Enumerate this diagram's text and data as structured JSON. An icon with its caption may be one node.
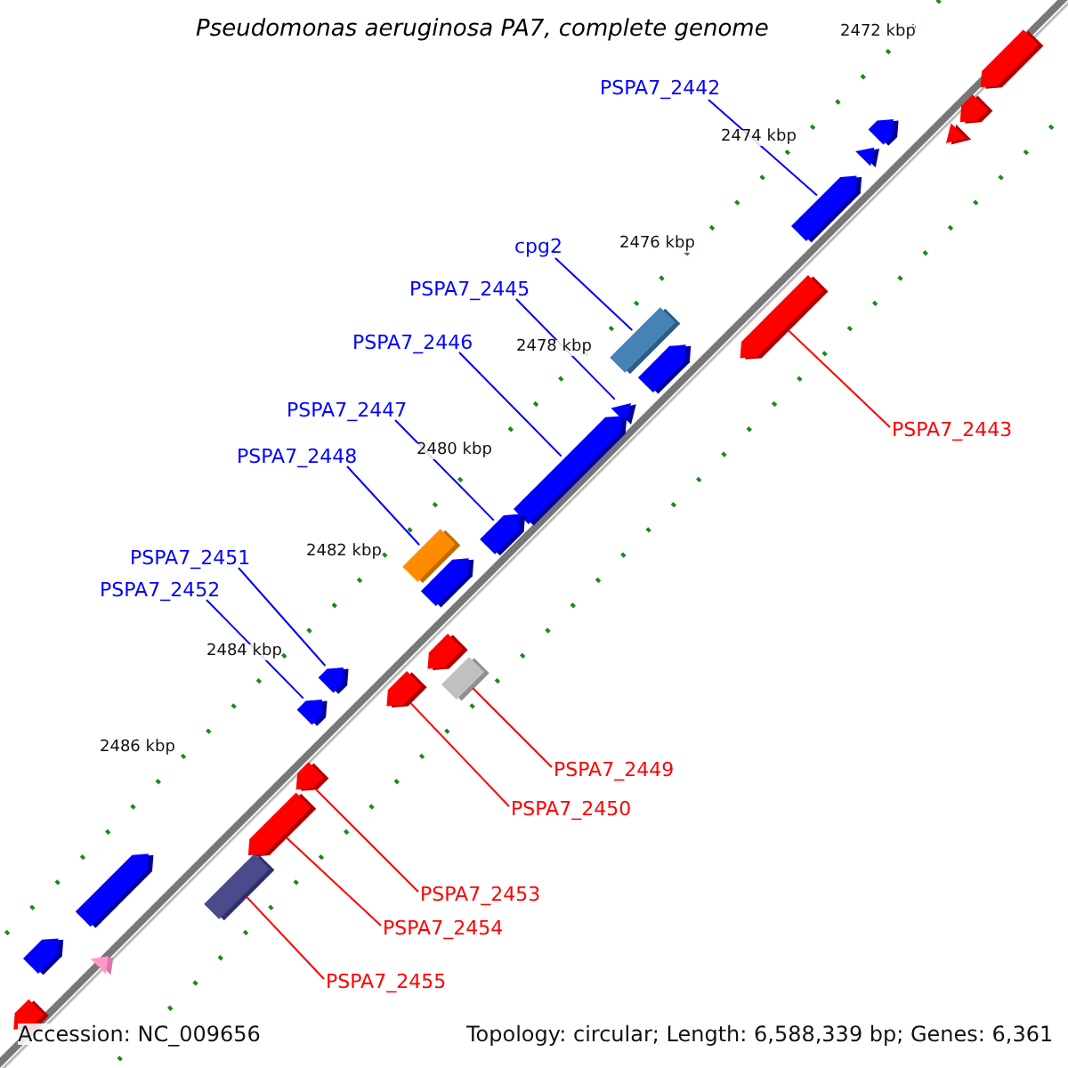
{
  "diagram": {
    "title": "Pseudomonas aeruginosa PA7, complete genome",
    "nodes": [
      {
        "text": [
          "PSPA7_2442"
        ]
      },
      {
        "text": [
          "cpg2"
        ]
      },
      {
        "text": [
          "PSPA7_2445"
        ]
      },
      {
        "text": [
          "PSPA7_2446"
        ]
      },
      {
        "text": [
          "PSPA7_2443"
        ]
      },
      {
        "text": [
          "PSPA7_2447"
        ]
      },
      {
        "text": [
          "PSPA7_2448"
        ]
      },
      {
        "text": [
          "PSPA7_2451"
        ]
      },
      {
        "text": [
          "PSPA7_2452"
        ]
      },
      {
        "text": [
          "PSPA7_2449"
        ]
      },
      {
        "text": [
          "PSPA7_2450"
        ]
      },
      {
        "text": [
          "PSPA7_2453"
        ]
      },
      {
        "text": [
          "PSPA7_2454"
        ]
      },
      {
        "text": [
          "PSPA7_2455"
        ]
      },
      {
        "text": [],
        "shape": "arrow"
      },
      {
        "text": [],
        "shape": "bar"
      },
      {
        "text": [],
        "shape": "triangle"
      },
      {
        "text": [],
        "shape": "arrow"
      },
      {
        "text": [],
        "shape": "arrow"
      },
      {
        "text": [],
        "shape": "arrow"
      },
      {
        "text": [],
        "shape": "bar"
      },
      {
        "text": [],
        "shape": "arrow"
      },
      {
        "text": [],
        "shape": "arrow"
      },
      {
        "text": [],
        "shape": "bar"
      },
      {
        "text": [],
        "shape": "arrow"
      },
      {
        "text": [],
        "shape": "arrow"
      },
      {
        "text": [],
        "shape": "arrow"
      },
      {
        "text": [],
        "shape": "bar"
      },
      {
        "text": [],
        "shape": "arrow"
      },
      {
        "text": [],
        "shape": "arrow"
      },
      {
        "text": [],
        "shape": "triangle"
      },
      {
        "text": [],
        "shape": "arrow"
      },
      {
        "text": [],
        "shape": "triangle"
      },
      {
        "text": [],
        "shape": "arrow"
      },
      {
        "text": [],
        "shape": "arrow"
      },
      {
        "text": [],
        "shape": "arrow"
      },
      {
        "text": [],
        "shape": "arrow"
      },
      {
        "text": [],
        "shape": "arrow"
      },
      {
        "text": [],
        "shape": "triangle"
      },
      {
        "text": [],
        "shape": "arrow"
      }
    ],
    "edges": [
      {
        "from": 0,
        "to": 14,
        "arrow": "none"
      },
      {
        "from": 1,
        "to": 15,
        "arrow": "none"
      },
      {
        "from": 2,
        "to": 16,
        "arrow": "none"
      },
      {
        "from": 3,
        "to": 17,
        "arrow": "none"
      },
      {
        "from": 4,
        "to": 18,
        "arrow": "none",
        "color": "#ff0000"
      },
      {
        "from": 5,
        "to": 19,
        "arrow": "none"
      },
      {
        "from": 6,
        "to": 20,
        "arrow": "none"
      },
      {
        "from": 7,
        "to": 21,
        "arrow": "none"
      },
      {
        "from": 8,
        "to": 22,
        "arrow": "none"
      },
      {
        "from": 9,
        "to": 23,
        "arrow": "none",
        "color": "#ff0000"
      },
      {
        "from": 10,
        "to": 24,
        "arrow": "none",
        "color": "#ff0000"
      },
      {
        "from": 11,
        "to": 25,
        "arrow": "none",
        "color": "#ff0000"
      },
      {
        "from": 12,
        "to": 26,
        "arrow": "none",
        "color": "#ff0000"
      },
      {
        "from": 13,
        "to": 27,
        "arrow": "none",
        "color": "#ff0000"
      }
    ],
    "labels": [
      "2472 kbp",
      "2474 kbp",
      "2476 kbp",
      "2478 kbp",
      "2480 kbp",
      "2482 kbp",
      "2484 kbp",
      "2486 kbp",
      "Accession: NC_009656",
      "Topology: circular; Length: 6,588,339 bp; Genes: 6,361"
    ]
  }
}
